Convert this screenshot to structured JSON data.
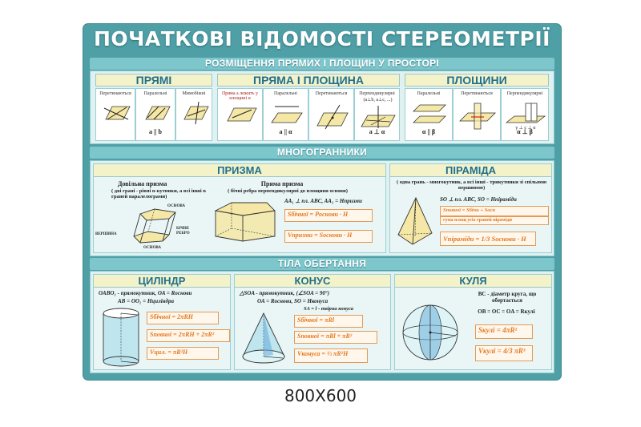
{
  "title": "ПОЧАТКОВІ ВІДОМОСТІ СТЕРЕОМЕТРІЇ",
  "caption": "800X600",
  "sections": {
    "placement": {
      "band": "РОЗМІЩЕННЯ ПРЯМИХ І ПЛОЩИН У ПРОСТОРІ",
      "lines": {
        "title": "ПРЯМІ",
        "cells": [
          {
            "label": "Перетинаються",
            "relation": ""
          },
          {
            "label": "Паралельні",
            "relation": "a || b"
          },
          {
            "label": "Мимобіжні",
            "relation": ""
          }
        ]
      },
      "line_plane": {
        "title": "ПРЯМА І ПЛОЩИНА",
        "cells": [
          {
            "label": "Пряма а лежить у площині α",
            "relation": ""
          },
          {
            "label": "Паралельні",
            "relation": "a || α"
          },
          {
            "label": "Перетинаються",
            "relation": ""
          },
          {
            "label": "Перпендикулярні",
            "relation": "a ⊥ α"
          }
        ],
        "note": "(a⊥b, a⊥c, ...)"
      },
      "planes": {
        "title": "ПЛОЩИНИ",
        "cells": [
          {
            "label": "Паралельні",
            "relation": "α || β"
          },
          {
            "label": "Перетинаються",
            "relation": ""
          },
          {
            "label": "Перпендикулярні",
            "relation": "α ⊥ β"
          }
        ],
        "note": "γ ⊥ c ⊥ α"
      }
    },
    "polyhedra": {
      "band": "МНОГОГРАННИКИ",
      "prism": {
        "title": "ПРИЗМА",
        "left_title": "Довільна призма",
        "left_desc": "( дві грані - рівні n-кутники, а всі інші n граней паралелограми)",
        "lbl_base": "ОСНОВА",
        "lbl_vertex": "ВЕРШИНА",
        "lbl_edge": "БІЧНЕ РЕБРО",
        "lbl_base2": "ОСНОВА",
        "right_title": "Пряма призма",
        "right_desc": "( бічні ребра перпендикулярні до площини основи)",
        "cond": "AA₁ ⊥ пл. ABC, AA₁ = Hпризми",
        "f1": "Sбічної = Pоснови · H",
        "f2": "Vпризми = Sоснови · H"
      },
      "pyramid": {
        "title": "ПІРАМІДА",
        "desc": "( одна грань - многокутник, а всі інші - трикутники зі спільною вершиною)",
        "cond": "SO ⊥ пл. ABC, SO = Hпіраміди",
        "f1": "Sповної = Sбічн + Sосн",
        "f1b": "сума площ усіх граней піраміди",
        "f2": "Vпіраміди = 1/3 Sоснови · H"
      }
    },
    "revolution": {
      "band": "ТІЛА ОБЕРТАННЯ",
      "cylinder": {
        "title": "ЦИЛІНДР",
        "d1": "OABO₁ - прямокутник, OA = Rоснови",
        "d2": "AB = OO₁ = Hциліндра",
        "f1": "Sбічної = 2πRH",
        "f2": "Sповної = 2πRH + 2πR²",
        "f3": "Vцил. = πR²H"
      },
      "cone": {
        "title": "КОНУС",
        "d1": "△SOA - прямокутник, (∠SOA = 90°)",
        "d2": "OA = Rоснови, SO = Hконуса",
        "d3": "SA = l - твірна конуса",
        "f1": "Sбічної = πRl",
        "f2": "Sповної = πRl + πR²",
        "f3": "Vконуса = ⅓ πR²H"
      },
      "sphere": {
        "title": "КУЛЯ",
        "d1": "BC - діаметр круга, що обертається",
        "d2": "OB = OC = OA = Rкулі",
        "f1": "Sкулі = 4πR²",
        "f2": "Vкулі = 4/3 πR³"
      }
    }
  }
}
